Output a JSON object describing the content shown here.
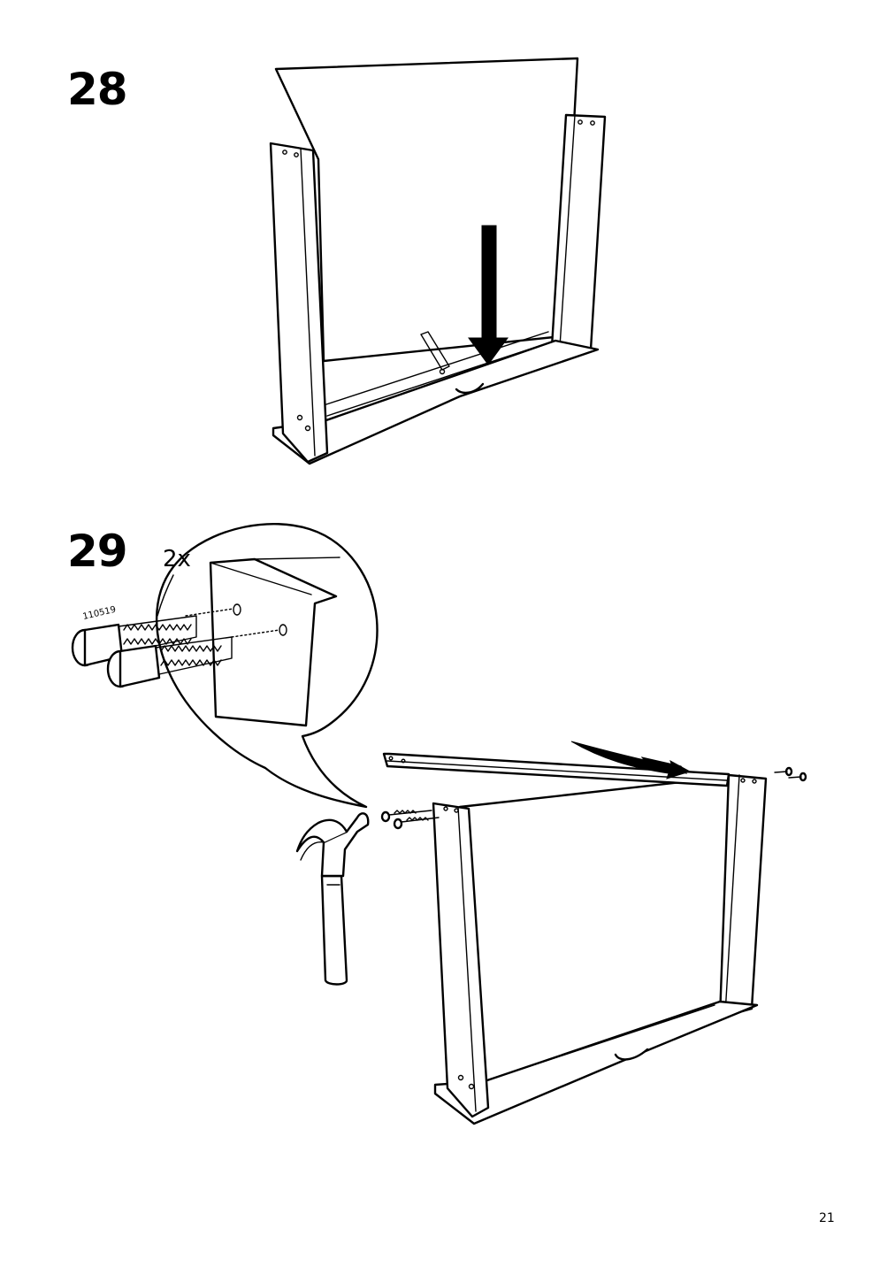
{
  "page": {
    "page_number": "21"
  },
  "steps": [
    {
      "number": "28"
    },
    {
      "number": "29",
      "quantity": "2x",
      "part_number": "110519"
    }
  ],
  "icons": [
    "arrow-down-icon",
    "hammer-icon",
    "dowel-icon",
    "motion-arrow-icon"
  ]
}
